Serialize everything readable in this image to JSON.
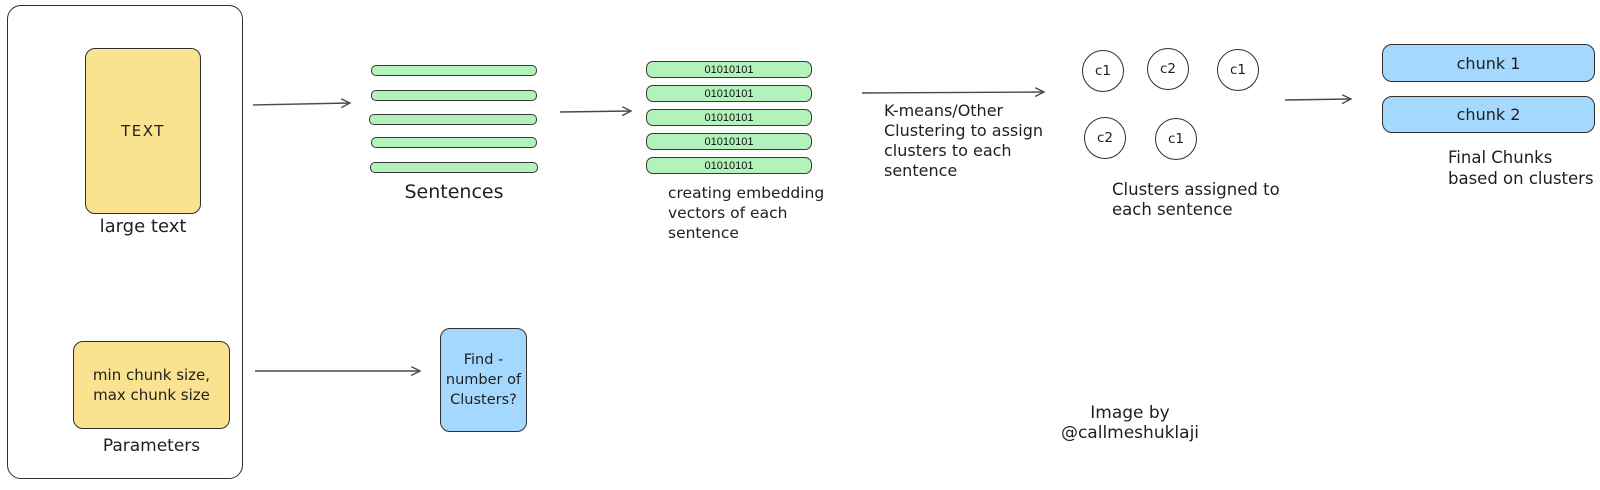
{
  "panel": {
    "text_box_label": "TEXT",
    "text_box_caption": "large text",
    "params_line1": "min chunk size,",
    "params_line2": "max chunk size",
    "params_caption": "Parameters"
  },
  "sentences": {
    "caption": "Sentences",
    "bar_count": 5
  },
  "embeddings": {
    "bars": [
      "01010101",
      "01010101",
      "01010101",
      "01010101",
      "01010101"
    ],
    "caption_line1": "creating embedding",
    "caption_line2": "vectors of each",
    "caption_line3": "sentence"
  },
  "kmeans": {
    "line1": "K-means/Other",
    "line2": "Clustering to assign",
    "line3": "clusters to each",
    "line4": "sentence"
  },
  "clusters": {
    "items": [
      {
        "label": "c1"
      },
      {
        "label": "c2"
      },
      {
        "label": "c1"
      },
      {
        "label": "c2"
      },
      {
        "label": "c1"
      }
    ],
    "caption_line1": "Clusters assigned to",
    "caption_line2": "each sentence"
  },
  "chunks": {
    "items": [
      {
        "label": "chunk 1"
      },
      {
        "label": "chunk 2"
      }
    ],
    "caption_line1": "Final Chunks",
    "caption_line2": "based on clusters"
  },
  "find_box": {
    "line1": "Find -",
    "line2": "number of",
    "line3": "Clusters?"
  },
  "credit": "Image by @callmeshuklaji",
  "colors": {
    "yellow": "#f9e390",
    "green": "#b2f2bb",
    "blue": "#a5d8ff",
    "stroke": "#2f2f2f",
    "arrow": "#4a4a4a"
  }
}
